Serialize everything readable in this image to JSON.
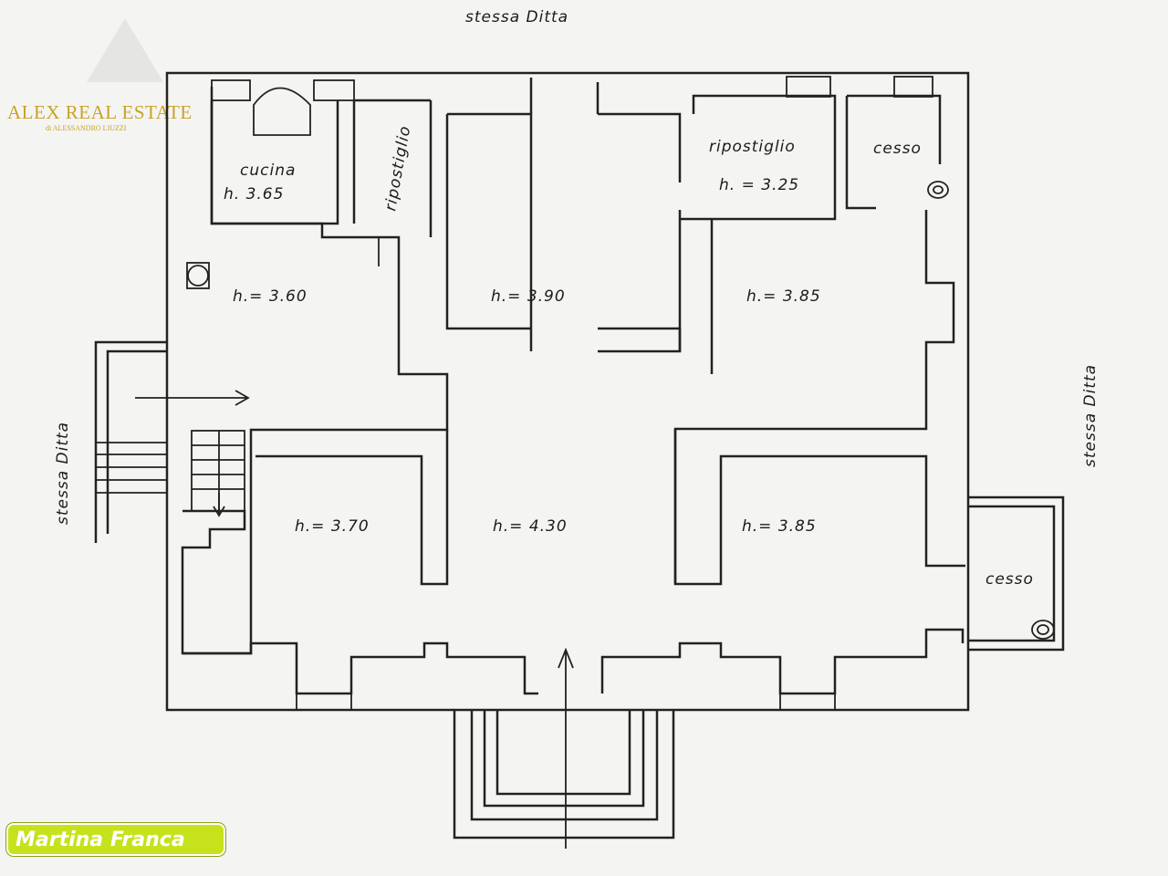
{
  "brand": {
    "name": "ALEX REAL ESTATE",
    "subtitle": "di ALESSANDRO LIUZZI",
    "accent_color": "#c9a227"
  },
  "location_badge": {
    "label": "Martina Franca",
    "color": "#c6e21d"
  },
  "neighbors": {
    "top": "stessa  Ditta",
    "left": "stessa  Ditta",
    "right": "stessa  Ditta"
  },
  "rooms": {
    "cucina": {
      "name": "cucina",
      "height": "h. 3.65"
    },
    "ripostiglio_small": {
      "name": "ripostiglio"
    },
    "ripostiglio_right": {
      "name": "ripostiglio",
      "height": "h. = 3.25"
    },
    "cesso_top": {
      "name": "cesso"
    },
    "cesso_right": {
      "name": "cesso"
    },
    "room_left_upper": {
      "height": "h.= 3.60"
    },
    "room_center_upper": {
      "height": "h.= 3.90"
    },
    "room_right_upper": {
      "height": "h.= 3.85"
    },
    "room_left_lower": {
      "height": "h.= 3.70"
    },
    "room_center_lower": {
      "height": "h.= 4.30"
    },
    "room_right_lower": {
      "height": "h.= 3.85"
    }
  }
}
